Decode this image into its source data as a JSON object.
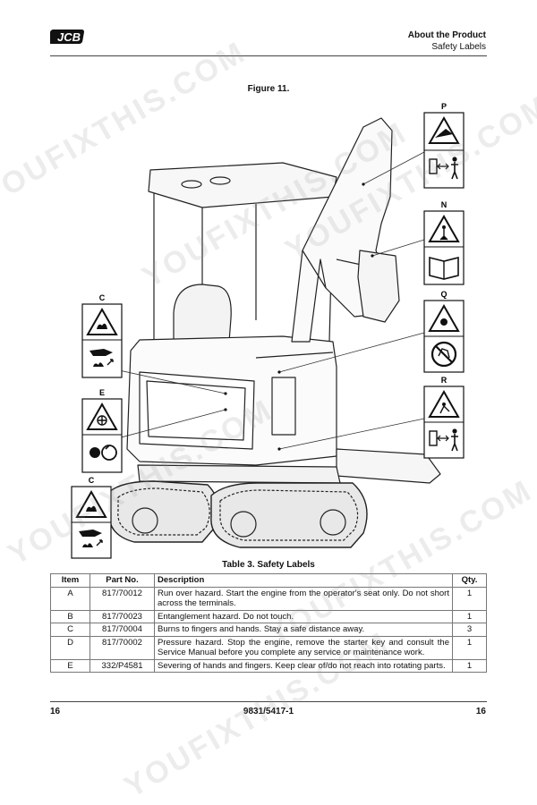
{
  "header": {
    "logo_text": "JCB",
    "title": "About the Product",
    "subtitle": "Safety Labels"
  },
  "figure": {
    "caption": "Figure 11.",
    "callouts": [
      {
        "letter": "P",
        "top_icon": "hand-crush-warning-icon",
        "bottom_icon": "keep-distance-icon"
      },
      {
        "letter": "N",
        "top_icon": "person-warning-icon",
        "bottom_icon": "manual-book-icon"
      },
      {
        "letter": "Q",
        "top_icon": "pressure-warning-icon",
        "bottom_icon": "no-hands-icon"
      },
      {
        "letter": "R",
        "top_icon": "crush-warning-icon",
        "bottom_icon": "keep-distance-icon"
      },
      {
        "letter": "C",
        "top_icon": "hot-surface-icon",
        "bottom_icon": "burn-hand-icon"
      },
      {
        "letter": "E",
        "top_icon": "fan-entanglement-icon",
        "bottom_icon": "stop-engine-icon"
      },
      {
        "letter": "C",
        "top_icon": "hot-surface-icon",
        "bottom_icon": "burn-hand-icon"
      }
    ]
  },
  "table": {
    "caption": "Table 3. Safety Labels",
    "headers": [
      "Item",
      "Part No.",
      "Description",
      "Qty."
    ],
    "rows": [
      {
        "item": "A",
        "part": "817/70012",
        "desc": "Run over hazard. Start the engine from the operator's seat only. Do not short across the terminals.",
        "qty": "1"
      },
      {
        "item": "B",
        "part": "817/70023",
        "desc": "Entanglement hazard. Do not touch.",
        "qty": "1"
      },
      {
        "item": "C",
        "part": "817/70004",
        "desc": "Burns to fingers and hands. Stay a safe distance away.",
        "qty": "3"
      },
      {
        "item": "D",
        "part": "817/70002",
        "desc": "Pressure hazard. Stop the engine, remove the starter key and consult the Service Manual before you complete any service or maintenance work.",
        "qty": "1"
      },
      {
        "item": "E",
        "part": "332/P4581",
        "desc": "Severing of hands and fingers. Keep clear of/do not reach into rotating parts.",
        "qty": "1"
      }
    ]
  },
  "footer": {
    "page_left": "16",
    "doc_number": "9831/5417-1",
    "page_right": "16"
  },
  "watermark": {
    "text": "YOUFIXTHIS.COM"
  }
}
